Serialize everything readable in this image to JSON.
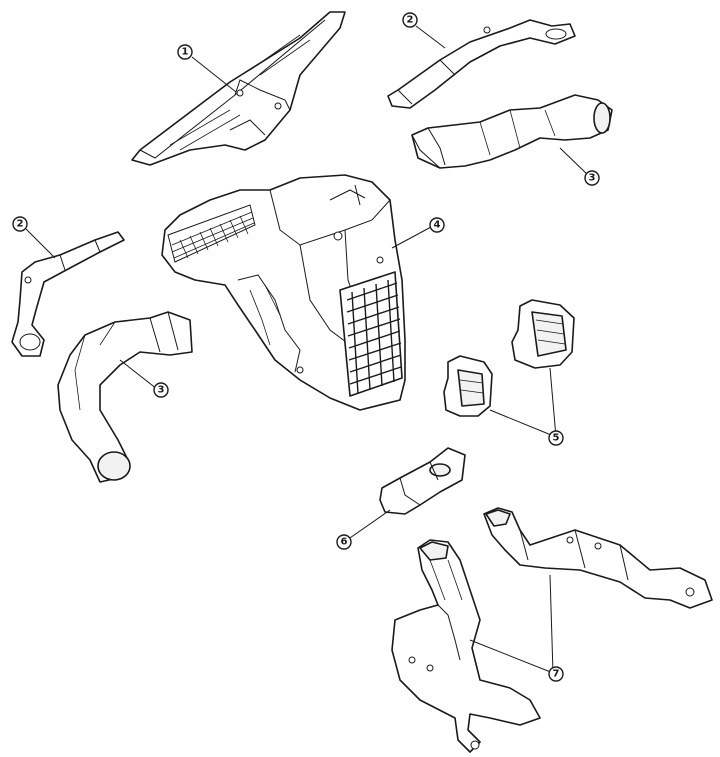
{
  "callouts": {
    "c1_top_duct": "1",
    "c2_upper_right": "2",
    "c3_upper_right": "3",
    "c2_left": "2",
    "c3_left": "3",
    "c4_heater_unit": "4",
    "c5_side_vents": "5",
    "c6_center_duct": "6",
    "c7_floor_ducts": "7"
  },
  "colors": {
    "line": "#1a1a1a",
    "background": "#ffffff"
  }
}
